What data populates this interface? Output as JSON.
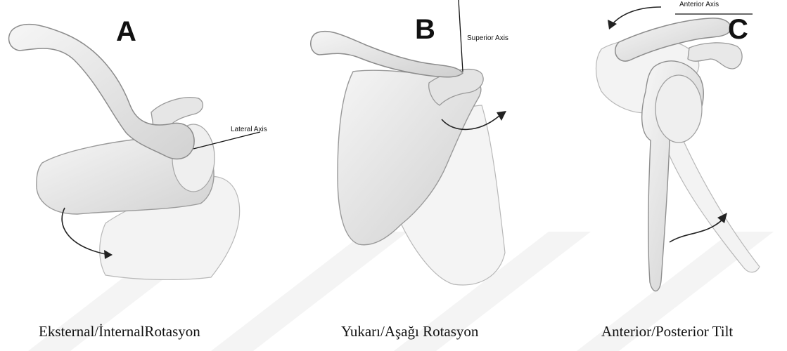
{
  "figure": {
    "panels": [
      {
        "letter": "A",
        "axis_label": "Lateral Axis",
        "caption": "Eksternal/İnternalRotasyon"
      },
      {
        "letter": "B",
        "axis_label": "Superior Axis",
        "caption": "Yukarı/Aşağı Rotasyon"
      },
      {
        "letter": "C",
        "axis_label": "Anterior Axis",
        "caption": "Anterior/Posterior Tilt"
      }
    ]
  },
  "colors": {
    "bone_fill": "#ececec",
    "bone_ghost": "#f3f3f3",
    "bone_stroke": "#9a9a9a",
    "ink": "#111111",
    "watermark": "#f2f2f2"
  }
}
